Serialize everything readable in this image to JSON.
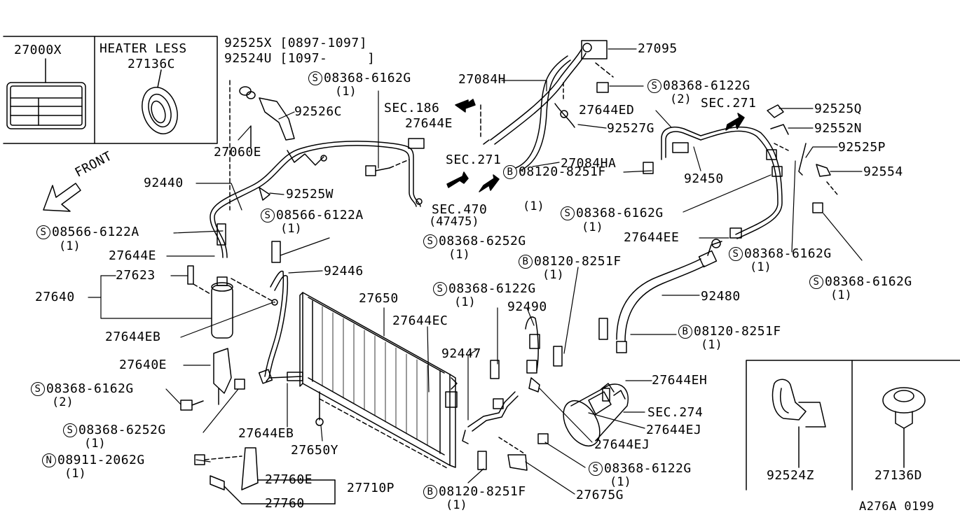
{
  "diagram_id": "A276A 0199",
  "insets": {
    "part_27000x": "27000X",
    "heater_less": "HEATER LESS",
    "heater_less_part": "27136C",
    "part_92524z": "92524Z",
    "part_27136d": "27136D"
  },
  "front_label": "FRONT",
  "sections": {
    "sec186": "SEC.186",
    "sec271_center": "SEC.271",
    "sec271_right": "SEC.271",
    "sec470": "SEC.470",
    "sec470_sub": "(47475)",
    "sec274": "SEC.274"
  },
  "labels": {
    "p92525x": "92525X [0897-1097]",
    "p92524u": "92524U [1097-     ]",
    "p92526c": "92526C",
    "p27060e": "27060E",
    "p92440": "92440",
    "p92525w": "92525W",
    "p27623": "27623",
    "p27640": "27640",
    "p27644e_left": "27644E",
    "p92446": "92446",
    "p27644eb_a": "27644EB",
    "p27640e": "27640E",
    "p27644eb_b": "27644EB",
    "p27650y": "27650Y",
    "p27760e": "27760E",
    "p27760": "27760",
    "p27710p": "27710P",
    "p27650": "27650",
    "p27644ec": "27644EC",
    "p92447": "92447",
    "p27644e_mid": "27644E",
    "p27084h": "27084H",
    "p27084ha": "27084HA",
    "p27095": "27095",
    "p27644ed": "27644ED",
    "p92527g": "92527G",
    "p92525q": "92525Q",
    "p92552n": "92552N",
    "p92525p": "92525P",
    "p92554": "92554",
    "p92450": "92450",
    "p27644ee": "27644EE",
    "p92480": "92480",
    "p92490": "92490",
    "p27644eh": "27644EH",
    "p27644ej_a": "27644EJ",
    "p27644ej_b": "27644EJ",
    "p27675g": "27675G"
  },
  "fasteners": {
    "s_6162g_top": {
      "prefix": "S",
      "part": "08368-6162G",
      "qty": "(1)"
    },
    "s_6122a_left": {
      "prefix": "S",
      "part": "08566-6122A",
      "qty": "(1)"
    },
    "s_6122a_mid": {
      "prefix": "S",
      "part": "08566-6122A",
      "qty": "(1)"
    },
    "s_6252g_mid": {
      "prefix": "S",
      "part": "08368-6252G",
      "qty": "(1)"
    },
    "s_6162g_left": {
      "prefix": "S",
      "part": "08368-6162G",
      "qty": "(2)"
    },
    "s_6252g_left": {
      "prefix": "S",
      "part": "08368-6252G",
      "qty": "(1)"
    },
    "n_2062g": {
      "prefix": "N",
      "part": "08911-2062G",
      "qty": "(1)"
    },
    "s_6122g_top": {
      "prefix": "S",
      "part": "08368-6122G",
      "qty": "(2)"
    },
    "b_8251f_a": {
      "prefix": "B",
      "part": "08120-8251F",
      "qty": "(1)"
    },
    "s_6162g_r1": {
      "prefix": "S",
      "part": "08368-6162G",
      "qty": "(1)"
    },
    "b_8251f_b": {
      "prefix": "B",
      "part": "08120-8251F",
      "qty": "(1)"
    },
    "s_6122g_mid": {
      "prefix": "S",
      "part": "08368-6122G",
      "qty": "(1)"
    },
    "s_6162g_r2": {
      "prefix": "S",
      "part": "08368-6162G",
      "qty": "(1)"
    },
    "s_6162g_r3": {
      "prefix": "S",
      "part": "08368-6162G",
      "qty": "(1)"
    },
    "b_8251f_c": {
      "prefix": "B",
      "part": "08120-8251F",
      "qty": "(1)"
    },
    "b_8251f_d": {
      "prefix": "B",
      "part": "08120-8251F",
      "qty": "(1)"
    },
    "s_6122g_low": {
      "prefix": "S",
      "part": "08368-6122G",
      "qty": "(1)"
    }
  }
}
